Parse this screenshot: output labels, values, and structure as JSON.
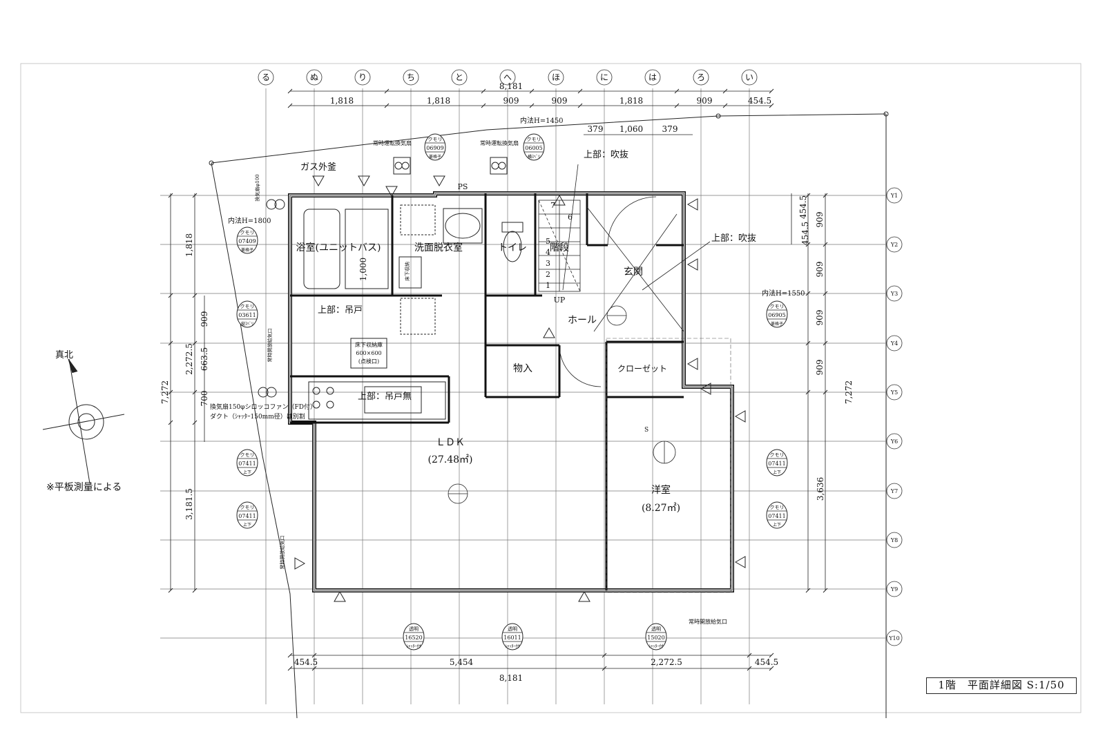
{
  "drawing_title": "1階　平面詳細図 S:1/50",
  "survey_note": "※平板測量による",
  "north_label": "真北",
  "column_labels": [
    "る",
    "ぬ",
    "り",
    "ち",
    "と",
    "へ",
    "ほ",
    "に",
    "は",
    "ろ",
    "い"
  ],
  "row_labels": [
    "Y1",
    "Y2",
    "Y3",
    "Y4",
    "Y5",
    "Y6",
    "Y7",
    "Y8",
    "Y9",
    "Y10"
  ],
  "dims_top": {
    "total": "8,181",
    "segments": [
      "1,818",
      "1,818",
      "909",
      "909",
      "1,818",
      "909",
      "454.5"
    ],
    "sub": [
      "379",
      "1,060",
      "379"
    ]
  },
  "dims_bottom": {
    "segments": [
      "454.5",
      "5,454",
      "2,272.5",
      "454.5"
    ],
    "total": "8,181"
  },
  "dims_left": {
    "total": "7,272",
    "outer": [
      "1,818",
      "2,272.5",
      "3,181.5"
    ],
    "inner": [
      "909",
      "663.5",
      "700"
    ]
  },
  "dims_right": {
    "total": "7,272",
    "outer": [
      "3,636"
    ],
    "inner": [
      "454.5",
      "909",
      "909",
      "909",
      "909"
    ],
    "small": "454.5"
  },
  "rooms": {
    "bath": "浴室(ユニットバス)",
    "washroom": "洗面脱衣室",
    "toilet": "トイレ",
    "stairs": "階段",
    "entrance": "玄関",
    "hall": "ホール",
    "storage": "物入",
    "closet": "クローゼット",
    "ldk": "ＬＤＫ",
    "ldk_area": "(27.48㎡)",
    "western": "洋室",
    "western_area": "(8.27㎡)"
  },
  "notes": {
    "gas": "ガス外釜",
    "upper_fukinuke_1": "上部：吹抜",
    "upper_fukinuke_2": "上部：吹抜",
    "upper_tsurido": "上部：吊戸",
    "upper_tsurido_none": "上部：吊戸無",
    "up": "UP",
    "ps": "PS",
    "bath_dim": "1,000",
    "inner_h_1800": "内法H=1800",
    "inner_h_1450": "内法H=1450",
    "inner_h_1550": "内法H=1550",
    "vent_always_1": "常時運転換気扇",
    "vent_always_2": "常時運転換気扇",
    "vent_fan_note1": "換気扇150φシロッコファン（FD付）",
    "vent_fan_note2": "ダクト（ｼｬｯﾀｰ150mm径）は別割",
    "air_inlet_1": "常時開放給気口",
    "air_inlet_2": "常時開放給気口",
    "air_inlet_3": "常時開放給気口",
    "exhaust_top": "換気扇φ100",
    "underfloor_storage": "床下収納庫",
    "underfloor_size": "600×600",
    "underfloor_check": "(点検口)",
    "underfloor_small": "床下収納",
    "s_mark": "S",
    "stair_steps": [
      "1",
      "2",
      "3",
      "4",
      "5",
      "6",
      "7"
    ]
  },
  "window_tags": [
    {
      "type": "クモリ",
      "code": "07409",
      "note": "菱格子"
    },
    {
      "type": "クモリ",
      "code": "06909",
      "note": "菱格子"
    },
    {
      "type": "クモリ",
      "code": "06005",
      "note": "横ｽﾍﾞﾘ"
    },
    {
      "type": "クモリ",
      "code": "03611",
      "note": "縦ｽﾍﾞﾘ"
    },
    {
      "type": "クモリ",
      "code": "06905",
      "note": "菱格子"
    },
    {
      "type": "クモリ",
      "code": "07411",
      "note": "上下"
    },
    {
      "type": "クモリ",
      "code": "07411",
      "note": "上下"
    },
    {
      "type": "クモリ",
      "code": "07411",
      "note": "上下"
    },
    {
      "type": "クモリ",
      "code": "07411",
      "note": "上下"
    },
    {
      "type": "透明",
      "code": "16520",
      "note": "ｼｬｯﾀｰ付"
    },
    {
      "type": "透明",
      "code": "16011",
      "note": "ｼｬｯﾀｰ付"
    },
    {
      "type": "透明",
      "code": "15020",
      "note": "ｼｬｯﾀｰ付"
    }
  ]
}
